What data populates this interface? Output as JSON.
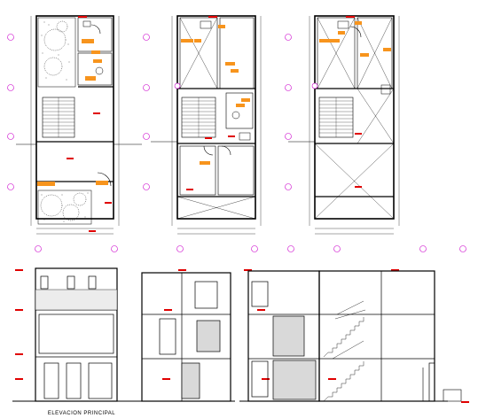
{
  "drawing": {
    "sheet_title": "ELEVACION PRINCIPAL",
    "colors": {
      "background": "#ffffff",
      "linework": "#000000",
      "dimension": "#222222",
      "grid_axis": "#cc00cc",
      "room_tag": "#f7941d",
      "level_marker": "#e00000",
      "wall_fill": "#d9d9d9",
      "vegetation": "#222222"
    },
    "plans": [
      {
        "name": "plan-ground-floor"
      },
      {
        "name": "plan-first-floor"
      },
      {
        "name": "plan-second-floor"
      }
    ],
    "elevations": [
      {
        "name": "front-elevation"
      },
      {
        "name": "section-a"
      },
      {
        "name": "section-b"
      }
    ],
    "icons": [
      "grid-axis-bubble-icon",
      "level-marker-icon",
      "room-tag-icon",
      "tree-icon",
      "stair-icon",
      "north-arrow-icon"
    ]
  }
}
